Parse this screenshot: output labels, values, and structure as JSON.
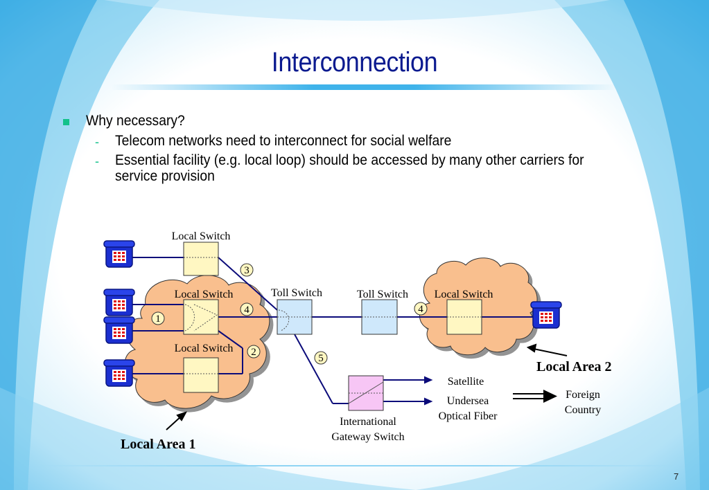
{
  "slide": {
    "title": "Interconnection",
    "bullet": "Why necessary?",
    "sub_bullets": [
      "Telecom networks need to interconnect for social welfare",
      "Essential facility (e.g. local loop) should be accessed by many other carriers for",
      "service provision"
    ],
    "page_number": "7"
  },
  "diagram": {
    "labels": {
      "local_switch_top": "Local Switch",
      "local_switch_mid": "Local Switch",
      "local_switch_bottom": "Local Switch",
      "toll_switch_1": "Toll Switch",
      "toll_switch_2": "Toll Switch",
      "local_switch_right": "Local Switch",
      "satellite": "Satellite",
      "undersea_1": "Undersea",
      "undersea_2": "Optical Fiber",
      "gateway_1": "International",
      "gateway_2": "Gateway Switch",
      "foreign_1": "Foreign",
      "foreign_2": "Country",
      "local_area_1": "Local Area 1",
      "local_area_2": "Local Area 2"
    },
    "markers": [
      "1",
      "2",
      "3",
      "4",
      "4",
      "5"
    ],
    "colors": {
      "line": "#0b0b7a",
      "cloud": "#f9bf8e",
      "local_switch": "#fff7c2",
      "toll_switch": "#cfe8fb",
      "gateway_switch": "#f7c6f5",
      "phone": "#2233cc"
    },
    "icons": [
      "telephone-icon",
      "telephone-icon",
      "telephone-icon",
      "telephone-icon",
      "telephone-icon"
    ]
  }
}
